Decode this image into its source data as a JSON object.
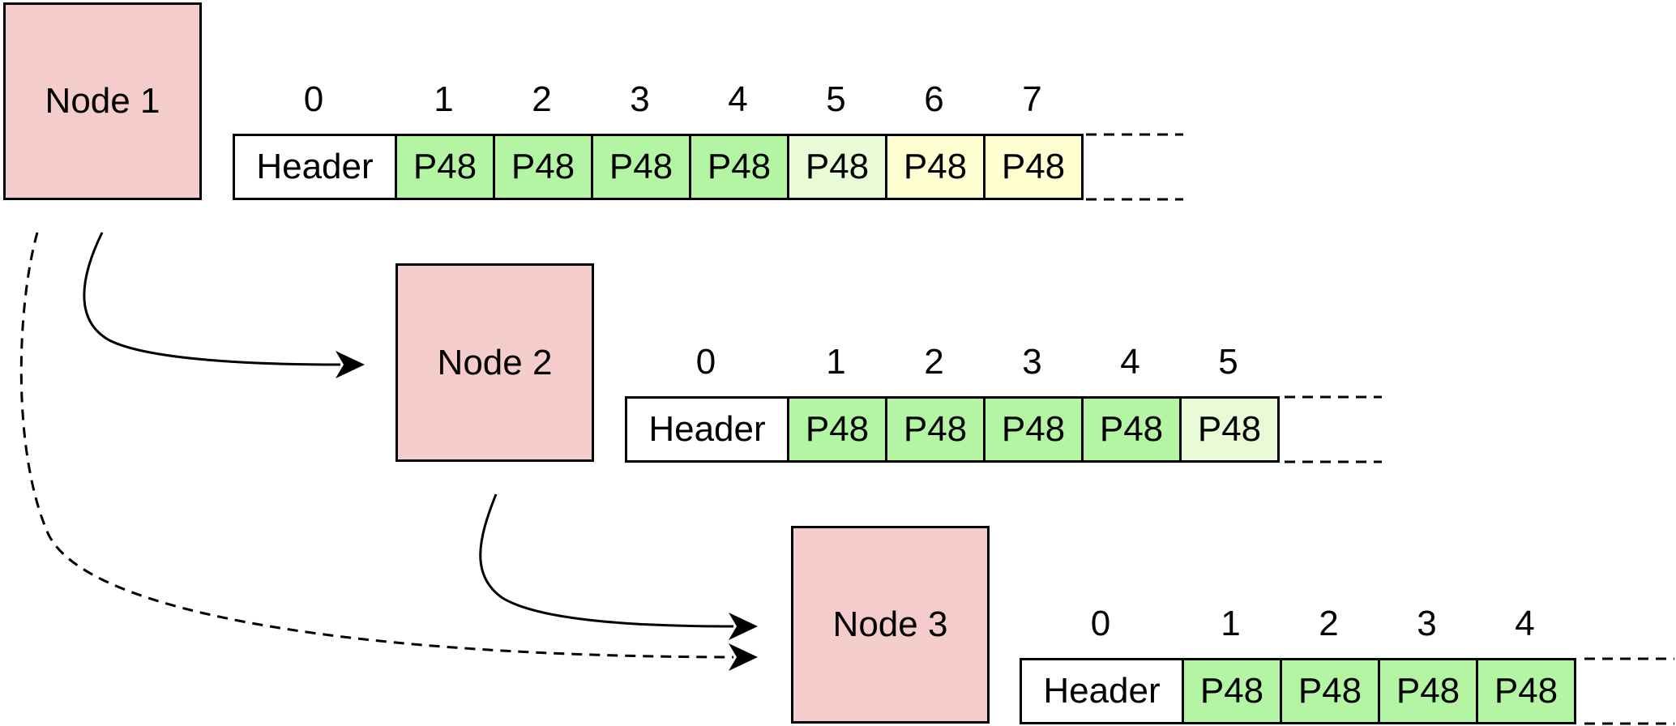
{
  "colors": {
    "node_fill": "#f5cccc",
    "header_fill": "#ffffff",
    "filled_green": "#b3f5a3",
    "light_green": "#e8fbd6",
    "light_yellow": "#ffffd1",
    "stroke": "#000000"
  },
  "nodes": [
    {
      "label": "Node 1",
      "indices": [
        "0",
        "1",
        "2",
        "3",
        "4",
        "5",
        "6",
        "7"
      ],
      "cells": [
        {
          "text": "Header",
          "fill": "header"
        },
        {
          "text": "P48",
          "fill": "filled_green"
        },
        {
          "text": "P48",
          "fill": "filled_green"
        },
        {
          "text": "P48",
          "fill": "filled_green"
        },
        {
          "text": "P48",
          "fill": "filled_green"
        },
        {
          "text": "P48",
          "fill": "light_green"
        },
        {
          "text": "P48",
          "fill": "light_yellow"
        },
        {
          "text": "P48",
          "fill": "light_yellow"
        }
      ]
    },
    {
      "label": "Node 2",
      "indices": [
        "0",
        "1",
        "2",
        "3",
        "4",
        "5"
      ],
      "cells": [
        {
          "text": "Header",
          "fill": "header"
        },
        {
          "text": "P48",
          "fill": "filled_green"
        },
        {
          "text": "P48",
          "fill": "filled_green"
        },
        {
          "text": "P48",
          "fill": "filled_green"
        },
        {
          "text": "P48",
          "fill": "filled_green"
        },
        {
          "text": "P48",
          "fill": "light_green"
        }
      ]
    },
    {
      "label": "Node 3",
      "indices": [
        "0",
        "1",
        "2",
        "3",
        "4"
      ],
      "cells": [
        {
          "text": "Header",
          "fill": "header"
        },
        {
          "text": "P48",
          "fill": "filled_green"
        },
        {
          "text": "P48",
          "fill": "filled_green"
        },
        {
          "text": "P48",
          "fill": "filled_green"
        },
        {
          "text": "P48",
          "fill": "filled_green"
        }
      ]
    }
  ],
  "edges": [
    {
      "from": "Node 1",
      "to": "Node 2",
      "style": "solid"
    },
    {
      "from": "Node 2",
      "to": "Node 3",
      "style": "solid"
    },
    {
      "from": "Node 1",
      "to": "Node 3",
      "style": "dashed"
    }
  ]
}
